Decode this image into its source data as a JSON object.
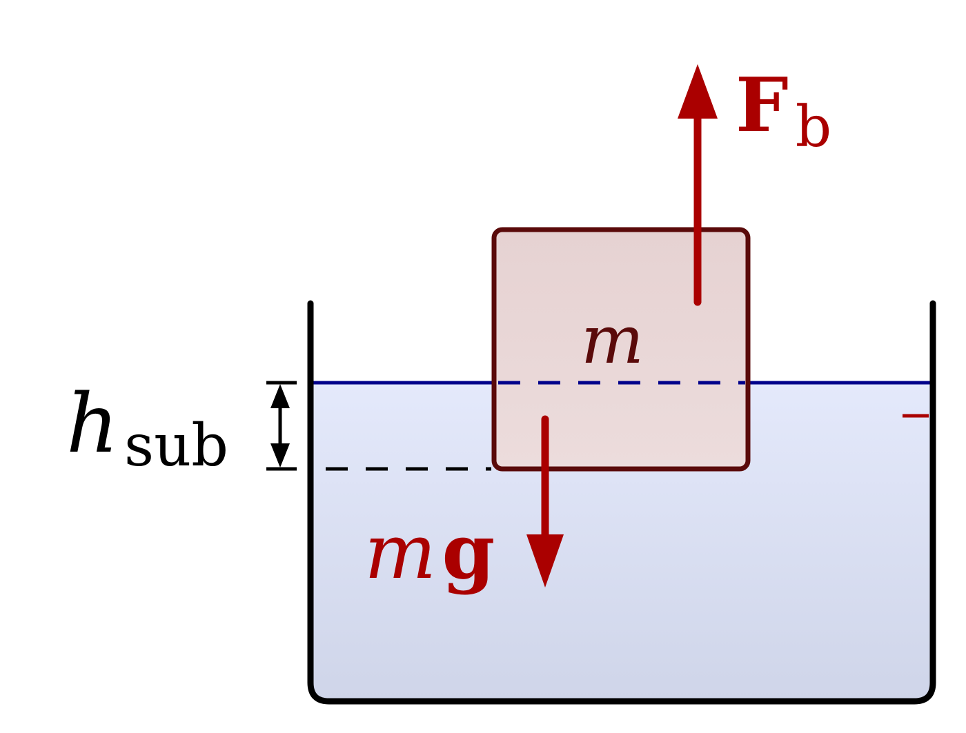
{
  "labels": {
    "mass": "m",
    "weight_m": "m",
    "weight_g": "g",
    "buoyant_F": "F",
    "buoyant_sub": "b",
    "height_h": "h",
    "height_sub": "sub"
  },
  "colors": {
    "water_top": "#e3e8fa",
    "water_bottom": "#d0d6ea",
    "waterline": "#00008b",
    "container": "#000000",
    "block_fill": "#e8d4d4",
    "block_stroke": "#5a0a0a",
    "force_arrow": "#aa0000",
    "label_red": "#aa0000",
    "mass_label": "#5a0a0a",
    "text_black": "#000000"
  }
}
